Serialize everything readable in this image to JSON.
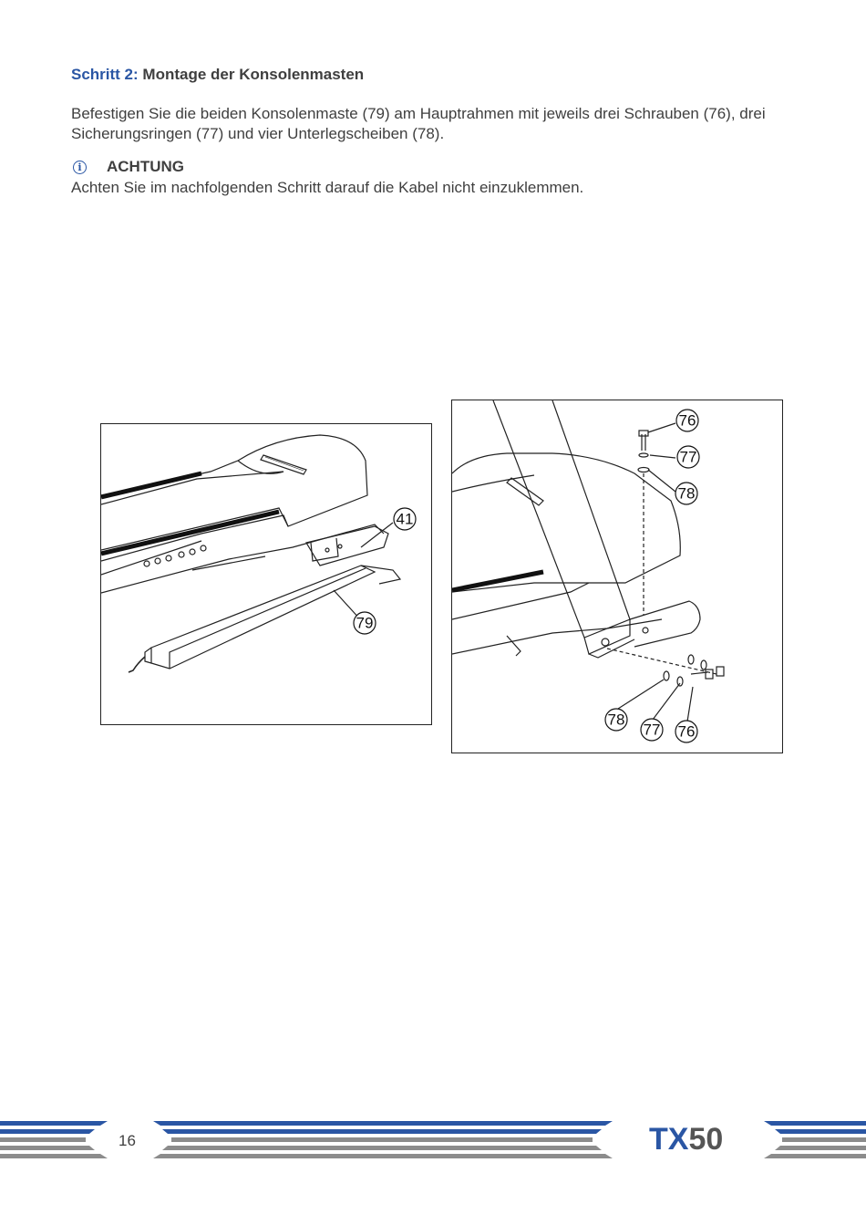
{
  "heading": {
    "step": "Schritt 2:",
    "title": "Montage der Konsolenmasten"
  },
  "instructions": {
    "line1": "Befestigen Sie die beiden Konsolenmaste (79) am Hauptrahmen mit jeweils drei Schrauben (76), drei",
    "line2": "Sicherungsringen (77) und vier Unterlegscheiben (78)."
  },
  "notice": {
    "icon": "info-icon",
    "title": "ACHTUNG",
    "text": "Achten Sie im nachfolgenden Schritt darauf die Kabel nicht einzuklemmen."
  },
  "figure_left": {
    "callouts": [
      "41",
      "79"
    ]
  },
  "figure_right": {
    "callouts": [
      "76",
      "77",
      "78",
      "78",
      "77",
      "76"
    ]
  },
  "footer": {
    "page_number": "16",
    "model_prefix": "TX",
    "model_number": "50",
    "colors": {
      "blue": "#2a56a4",
      "gray": "#8c8c8c"
    }
  }
}
